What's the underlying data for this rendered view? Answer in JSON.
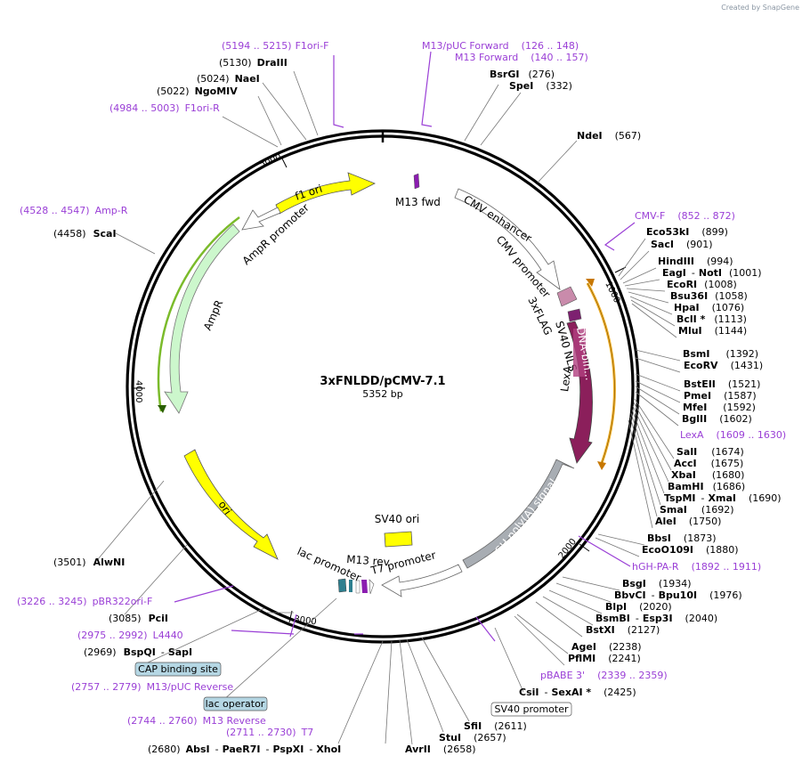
{
  "header": {
    "credit": "Created by SnapGene"
  },
  "plasmid": {
    "name": "3xFNLDD/pCMV-7.1",
    "length": "5352 bp"
  },
  "ticks": [
    "1000",
    "2000",
    "3000",
    "4000",
    "5000"
  ],
  "features": {
    "f1ori": "f1 ori",
    "ampr_promoter": "AmpR promoter",
    "ampr": "AmpR",
    "ori": "ori",
    "sv40_ori": "SV40 ori",
    "m13_fwd": "M13 fwd",
    "cmv_enhancer": "CMV enhancer",
    "cmv_promoter": "CMV promoter",
    "flag": "3xFLAG",
    "sv40_nls": "SV40 NLS",
    "dna_bin": "DNA-bin...",
    "lexa": "LexA",
    "hgh": "hGH poly(A) signal",
    "t7_promoter": "T7 promoter",
    "lac_promoter": "lac promoter",
    "m13_rev": "M13 rev"
  },
  "boxes": {
    "cap": "CAP binding site",
    "lacop": "lac operator",
    "sv40p": "SV40 promoter"
  },
  "labels": {
    "sep": "-",
    "f1ori_f_pos": "(5194 .. 5215)",
    "f1ori_f": "F1ori-F",
    "draIII_pos": "(5130)",
    "draIII": "DraIII",
    "naeI_pos": "(5024)",
    "naeI": "NaeI",
    "ngomiv_pos": "(5022)",
    "ngomiv": "NgoMIV",
    "f1ori_r_pos": "(4984 .. 5003)",
    "f1ori_r": "F1ori-R",
    "m13puc_fwd": "M13/pUC Forward",
    "m13puc_fwd_pos": "(126 .. 148)",
    "m13_fwd": "M13 Forward",
    "m13_fwd_pos": "(140 .. 157)",
    "bsrgi": "BsrGI",
    "bsrgi_pos": "(276)",
    "spei": "SpeI",
    "spei_pos": "(332)",
    "ndei": "NdeI",
    "ndei_pos": "(567)",
    "cmvf": "CMV-F",
    "cmvf_pos": "(852 .. 872)",
    "eco53ki": "Eco53kI",
    "eco53ki_pos": "(899)",
    "saci": "SacI",
    "saci_pos": "(901)",
    "hindiii": "HindIII",
    "hindiii_pos": "(994)",
    "eagi": "EagI",
    "noti": "NotI",
    "noti_pos": "(1001)",
    "ecori": "EcoRI",
    "ecori_pos": "(1008)",
    "bsu36i": "Bsu36I",
    "bsu36i_pos": "(1058)",
    "hpai": "HpaI",
    "hpai_pos": "(1076)",
    "bcli": "BclI *",
    "bcli_pos": "(1113)",
    "mlui": "MluI",
    "mlui_pos": "(1144)",
    "bsmi": "BsmI",
    "bsmi_pos": "(1392)",
    "ecorv": "EcoRV",
    "ecorv_pos": "(1431)",
    "bsteii": "BstEII",
    "bsteii_pos": "(1521)",
    "pmei": "PmeI",
    "pmei_pos": "(1587)",
    "mfei": "MfeI",
    "mfei_pos": "(1592)",
    "bglii": "BglII",
    "bglii_pos": "(1602)",
    "lexa": "LexA",
    "lexa_pos": "(1609 .. 1630)",
    "sali": "SalI",
    "sali_pos": "(1674)",
    "acci": "AccI",
    "acci_pos": "(1675)",
    "xbai": "XbaI",
    "xbai_pos": "(1680)",
    "bamhi": "BamHI",
    "bamhi_pos": "(1686)",
    "tspmi": "TspMI",
    "xmai": "XmaI",
    "xmai_pos": "(1690)",
    "smai": "SmaI",
    "smai_pos": "(1692)",
    "alei": "AleI",
    "alei_pos": "(1750)",
    "bbsi": "BbsI",
    "bbsi_pos": "(1873)",
    "ecoo109i": "EcoO109I",
    "ecoo109i_pos": "(1880)",
    "hghpar": "hGH-PA-R",
    "hghpar_pos": "(1892 .. 1911)",
    "bsgi": "BsgI",
    "bsgi_pos": "(1934)",
    "bbvci": "BbvCI",
    "bpu10i": "Bpu10I",
    "bpu10i_pos": "(1976)",
    "blpi": "BlpI",
    "blpi_pos": "(2020)",
    "bsmbi": "BsmBI",
    "esp3i": "Esp3I",
    "esp3i_pos": "(2040)",
    "bstxi": "BstXI",
    "bstxi_pos": "(2127)",
    "agei": "AgeI",
    "agei_pos": "(2238)",
    "pfimi": "PflMI",
    "pfimi_pos": "(2241)",
    "pbabe3": "pBABE 3'",
    "pbabe3_pos": "(2339 .. 2359)",
    "csii": "CsiI",
    "sexai": "SexAI *",
    "sexai_pos": "(2425)",
    "sfii": "SfiI",
    "sfii_pos": "(2611)",
    "stui": "StuI",
    "stui_pos": "(2657)",
    "avrii": "AvrII",
    "avrii_pos": "(2658)",
    "absi_pos": "(2680)",
    "absi": "AbsI",
    "paer7i": "PaeR7I",
    "pspxi": "PspXI",
    "xhoi": "XhoI",
    "ampr_pos": "(4528 .. 4547)",
    "ampr": "Amp-R",
    "scai_pos": "(4458)",
    "scai": "ScaI",
    "alwni_pos": "(3501)",
    "alwni": "AlwNI",
    "pbr322_pos": "(3226 .. 3245)",
    "pbr322": "pBR322ori-F",
    "pcii_pos": "(3085)",
    "pcii": "PciI",
    "l4440_pos": "(2975 .. 2992)",
    "l4440": "L4440",
    "bspqi_pos": "(2969)",
    "bspqi": "BspQI",
    "sapi": "SapI",
    "m13puc_rev_pos": "(2757 .. 2779)",
    "m13puc_rev": "M13/pUC Reverse",
    "m13_rev_pos": "(2744 .. 2760)",
    "m13_rev": "M13 Reverse",
    "t7_pos": "(2711 .. 2730)",
    "t7": "T7"
  }
}
